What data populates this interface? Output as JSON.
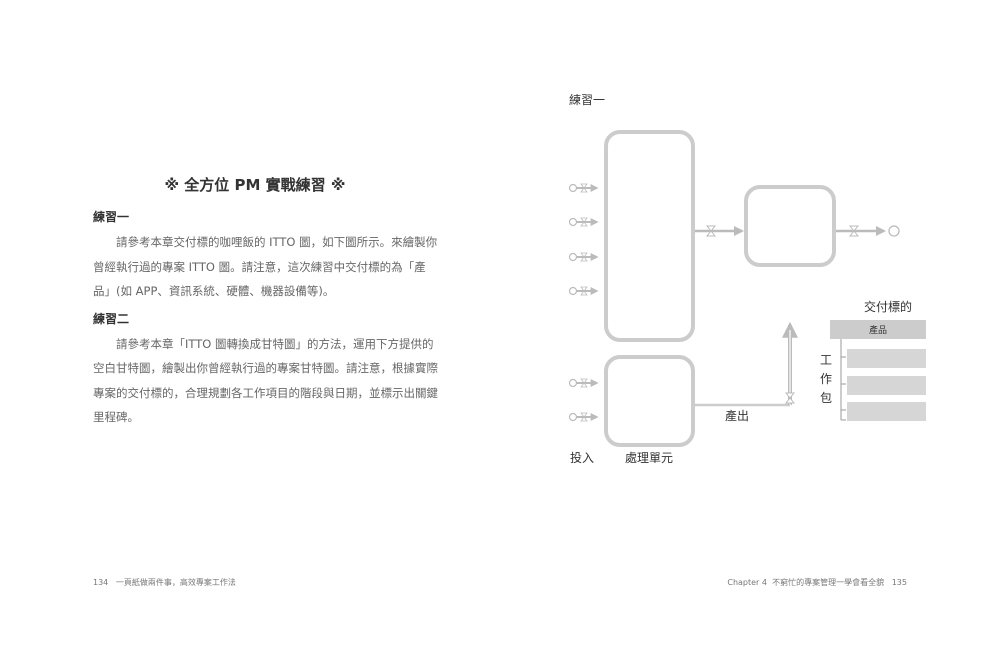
{
  "left_page": {
    "title": "※ 全方位 PM 實戰練習 ※",
    "exercise1": {
      "heading": "練習一",
      "body": "請參考本章交付標的咖哩飯的 ITTO 圖，如下圖所示。來繪製你曾經執行過的專案 ITTO 圖。請注意，這次練習中交付標的為「產品」(如 APP、資訊系統、硬體、機器設備等)。"
    },
    "exercise2": {
      "heading": "練習二",
      "body": "請參考本章「ITTO 圖轉換成甘特圖」的方法，運用下方提供的空白甘特圖，繪製出你曾經執行過的專案甘特圖。請注意，根據實際專案的交付標的，合理規劃各工作項目的階段與日期，並標示出關鍵里程碑。"
    },
    "footer": {
      "page": "134",
      "book": "一頁紙做兩件事，高效專案工作法"
    }
  },
  "right_page": {
    "diagram": {
      "title": "練習一",
      "input_label": "投入",
      "process_label": "處理單元",
      "output_label": "產出",
      "deliverable_label": "交付標的",
      "product_label": "產品",
      "work_package_label": [
        "工",
        "作",
        "包"
      ]
    },
    "footer": {
      "chapter": "Chapter 4",
      "chapter_title": "不窮忙的專案管理一學會看全貌",
      "page": "135"
    }
  }
}
